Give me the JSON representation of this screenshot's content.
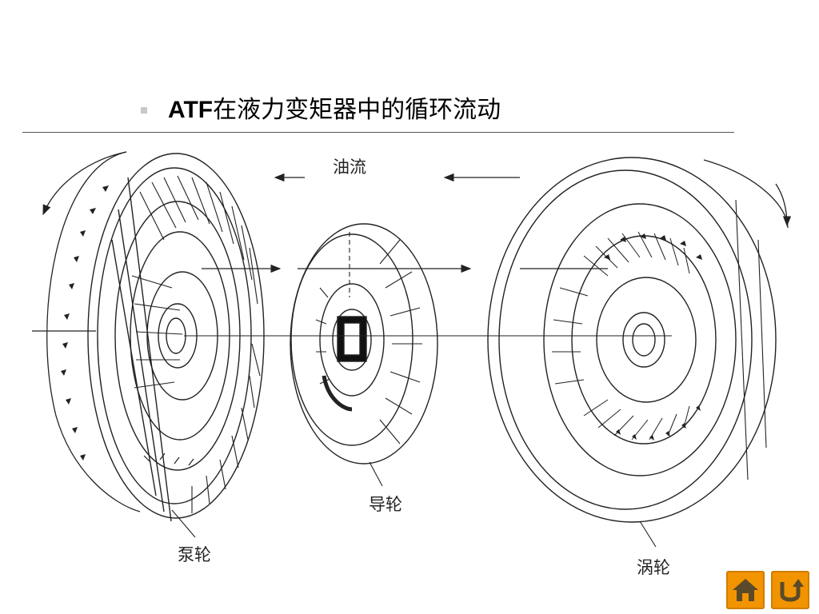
{
  "slide": {
    "title_abbr": "ATF",
    "title_rest": "在液力变矩器中的循环流动"
  },
  "diagram": {
    "labels": {
      "oil_flow": "油流",
      "stator": "导轮",
      "pump": "泵轮",
      "turbine": "涡轮"
    }
  },
  "nav": {
    "home_icon": "home-icon",
    "return_icon": "return-icon",
    "button_color": "#f29400"
  }
}
